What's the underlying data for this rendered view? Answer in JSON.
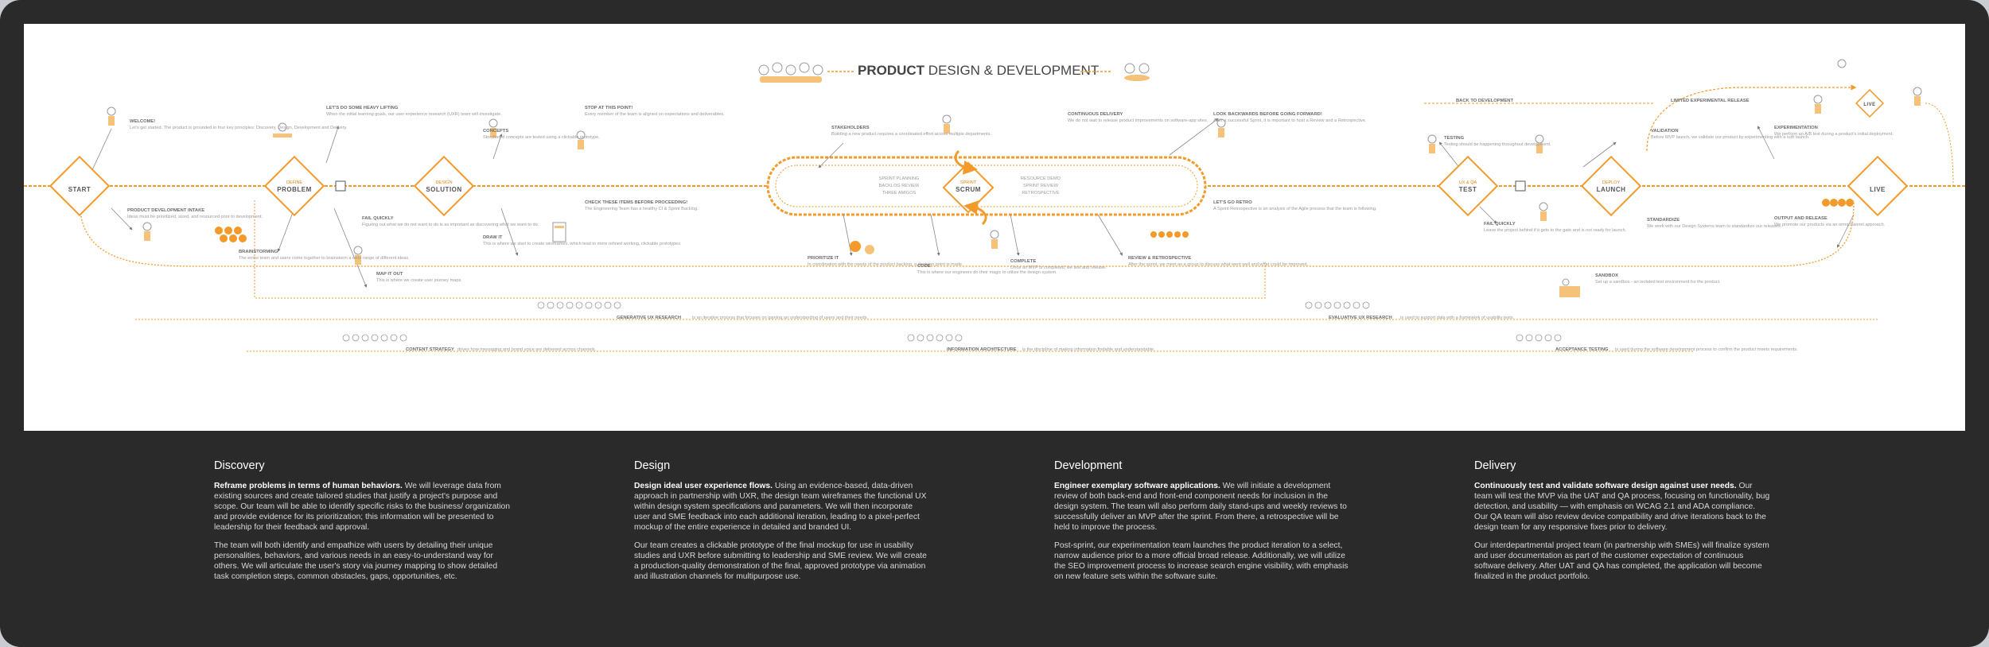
{
  "title": {
    "strong": "PRODUCT",
    "rest": " DESIGN & DEVELOPMENT"
  },
  "colors": {
    "accent": "#f39a2a",
    "dark_panel": "#2a2a2a",
    "text_gray": "#9a9a9a"
  },
  "stages": [
    {
      "num": "",
      "name": "START"
    },
    {
      "num": "DEFINE",
      "name": "PROBLEM"
    },
    {
      "num": "DESIGN",
      "name": "SOLUTION"
    },
    {
      "num": "UX & QA",
      "name": "TEST"
    },
    {
      "num": "DEPLOY",
      "name": "LAUNCH"
    },
    {
      "num": "",
      "name": "LIVE"
    }
  ],
  "scrum": {
    "center": "SCRUM",
    "sub": "SPRINT",
    "left_lines": [
      "SPRINT PLANNING",
      "BACKLOG REVIEW",
      "THREE AMIGOS"
    ],
    "right_lines": [
      "RESOURCE DEMO",
      "SPRINT REVIEW",
      "RETROSPECTIVE"
    ]
  },
  "notes": [
    {
      "label": "WELCOME!",
      "text": "Let's get started. The product is grounded in four key principles: Discovery, Design, Development and Delivery."
    },
    {
      "label": "PRODUCT DEVELOPMENT INTAKE",
      "text": "Ideas must be prioritized, sized, and resourced prior to development."
    },
    {
      "label": "BRAINSTORMING",
      "text": "The entire team and users come together to brainstorm a wide range of different ideas."
    },
    {
      "label": "LET'S DO SOME HEAVY LIFTING",
      "text": "When the initial learning goals, our user experience research (UXR) team will investigate."
    },
    {
      "label": "FAIL QUICKLY",
      "text": "Figuring out what we do not want to do is as important as discovering what we want to do."
    },
    {
      "label": "MAP IT OUT",
      "text": "This is where we create user journey maps."
    },
    {
      "label": "CONCEPTS",
      "text": "Storyboard concepts are tested using a clickable prototype."
    },
    {
      "label": "DRAW IT",
      "text": "This is where we start to create wireframes, which lead to more refined working, clickable prototypes."
    },
    {
      "label": "STOP AT THIS POINT!",
      "text": "Every member of the team is aligned on expectations and deliverables."
    },
    {
      "label": "CHECK THESE ITEMS BEFORE PROCEEDING!",
      "text": "The Engineering Team has a healthy CI & Sprint Backlog."
    },
    {
      "label": "STAKEHOLDERS",
      "text": "Building a new product requires a coordinated effort across multiple departments."
    },
    {
      "label": "PRIORITIZE IT",
      "text": "In coordination with the needs of the product backlog, a decision point is made."
    },
    {
      "label": "CODE",
      "text": "This is where our engineers do their magic to utilize the design system."
    },
    {
      "label": "COMPLETE",
      "text": "Once an MVP is completed, we test and release."
    },
    {
      "label": "CONTINUOUS DELIVERY",
      "text": "We do not wait to release product improvements on software-app sites."
    },
    {
      "label": "REVIEW & RETROSPECTIVE",
      "text": "After the sprint, we meet as a group to discuss what went well and what could be improved."
    },
    {
      "label": "LOOK BACKWARDS BEFORE GOING FORWARD!",
      "text": "After a successful Sprint, it is important to host a Review and a Retrospective."
    },
    {
      "label": "LET'S GO RETRO",
      "text": "A Sprint Retrospective is an analysis of the Agile process that the team is following."
    },
    {
      "label": "BACK TO DEVELOPMENT",
      "text": ""
    },
    {
      "label": "TESTING",
      "text": "Testing should be happening throughout development."
    },
    {
      "label": "FAIL QUICKLY",
      "text": "Leave the project behind if it gets to the gate and is not ready for launch."
    },
    {
      "label": "VALIDATION",
      "text": "Before MVP launch, we validate our product by experimenting with a soft launch."
    },
    {
      "label": "LIMITED EXPERIMENTAL RELEASE",
      "text": ""
    },
    {
      "label": "STANDARDIZE",
      "text": "We work with our Design Systems team to standardize our releases."
    },
    {
      "label": "EXPERIMENTATION",
      "text": "We perform an A/B test during a product's initial deployment."
    },
    {
      "label": "OUTPUT AND RELEASE",
      "text": "We promote our products via an omnichannel approach."
    },
    {
      "label": "SANDBOX",
      "text": "Set up a sandbox - an isolated test environment for the product."
    }
  ],
  "tracks": [
    {
      "name": "GENERATIVE UX RESEARCH",
      "text": "is an iterative process that focuses on gaining an understanding of users and their needs."
    },
    {
      "name": "EVALUATIVE UX RESEARCH",
      "text": "is used to support data with a framework of usability tests."
    },
    {
      "name": "CONTENT STRATEGY",
      "text": "drives how messaging and brand voice are delivered across channels."
    },
    {
      "name": "INFORMATION ARCHITECTURE",
      "text": "is the discipline of making information findable and understandable."
    },
    {
      "name": "ACCEPTANCE TESTING",
      "text": "is used during the software development process to confirm the product meets requirements."
    }
  ],
  "footer": {
    "columns": [
      {
        "heading": "Discovery",
        "lead": "Reframe problems in terms of human behaviors.",
        "p1": " We will leverage data from existing sources and create tailored studies that justify a project's purpose and scope. Our team will be able to identify specific risks to the business/ organization and provide evidence for its prioritization; this information will be presented to leadership for their feedback and approval.",
        "p2": "The team will both identify and empathize with users by detailing their unique personalities, behaviors, and various needs in an easy-to-understand way for others. We will articulate the user's story via journey mapping to show detailed task completion steps, common obstacles, gaps, opportunities, etc."
      },
      {
        "heading": "Design",
        "lead": "Design ideal user experience flows.",
        "p1": " Using an evidence-based, data-driven approach in partnership with UXR, the design team wireframes the functional UX within design system specifications and parameters. We will then incorporate user and SME feedback into each additional iteration, leading to a pixel-perfect mockup of the entire experience in detailed and branded UI.",
        "p2": "Our team creates a clickable prototype of the final mockup for use in usability studies and UXR before submitting to leadership and SME review. We will create a production-quality demonstration of the final, approved prototype via animation and illustration channels for multipurpose use."
      },
      {
        "heading": "Development",
        "lead": "Engineer exemplary software applications.",
        "p1": " We will initiate a development review of both back-end and front-end component needs for inclusion in the design system. The team will also perform daily stand-ups and weekly reviews to successfully deliver an MVP after the sprint. From there, a retrospective will be held to improve the process.",
        "p2": "Post-sprint, our experimentation team launches the product iteration to a select, narrow audience prior to a more official broad release. Additionally, we will utilize the SEO improvement process to increase search engine visibility, with emphasis on new feature sets within the software suite."
      },
      {
        "heading": "Delivery",
        "lead": "Continuously test and validate software design against user needs.",
        "p1": " Our team will test the MVP via the UAT and QA process, focusing on functionality, bug detection, and usability — with emphasis on WCAG 2.1 and ADA compliance. Our QA team will also review device compatibility and drive iterations back to the design team for any responsive fixes prior to delivery.",
        "p2": "Our interdepartmental project team (in partnership with SMEs) will finalize system and user documentation as part of the customer expectation of continuous software delivery. After UAT and QA has completed, the application will become finalized in the product portfolio."
      }
    ]
  }
}
